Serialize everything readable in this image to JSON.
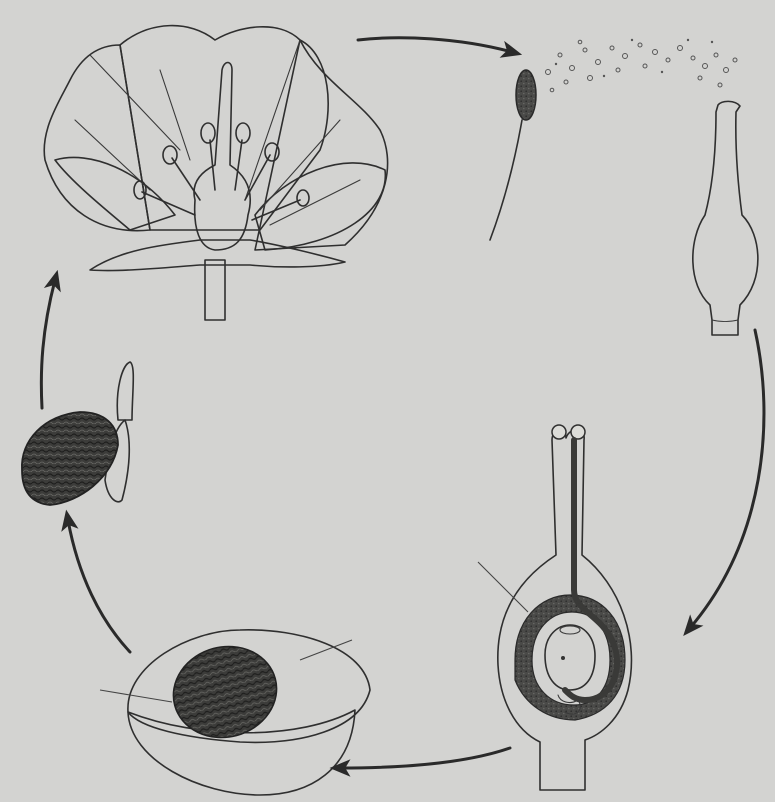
{
  "diagram": {
    "title": "",
    "stages": [
      {
        "id": "flower",
        "label": ""
      },
      {
        "id": "stamen-pollen",
        "label": ""
      },
      {
        "id": "pistil",
        "label": ""
      },
      {
        "id": "fertilized-ovary",
        "label": ""
      },
      {
        "id": "fruit",
        "label": ""
      },
      {
        "id": "germinating-seed",
        "label": ""
      }
    ],
    "colors": {
      "background": "#d3d3d1",
      "ink": "#2f2f2f",
      "stipple": "#b9b9b6",
      "dark_tissue": "#4a4a48"
    }
  }
}
